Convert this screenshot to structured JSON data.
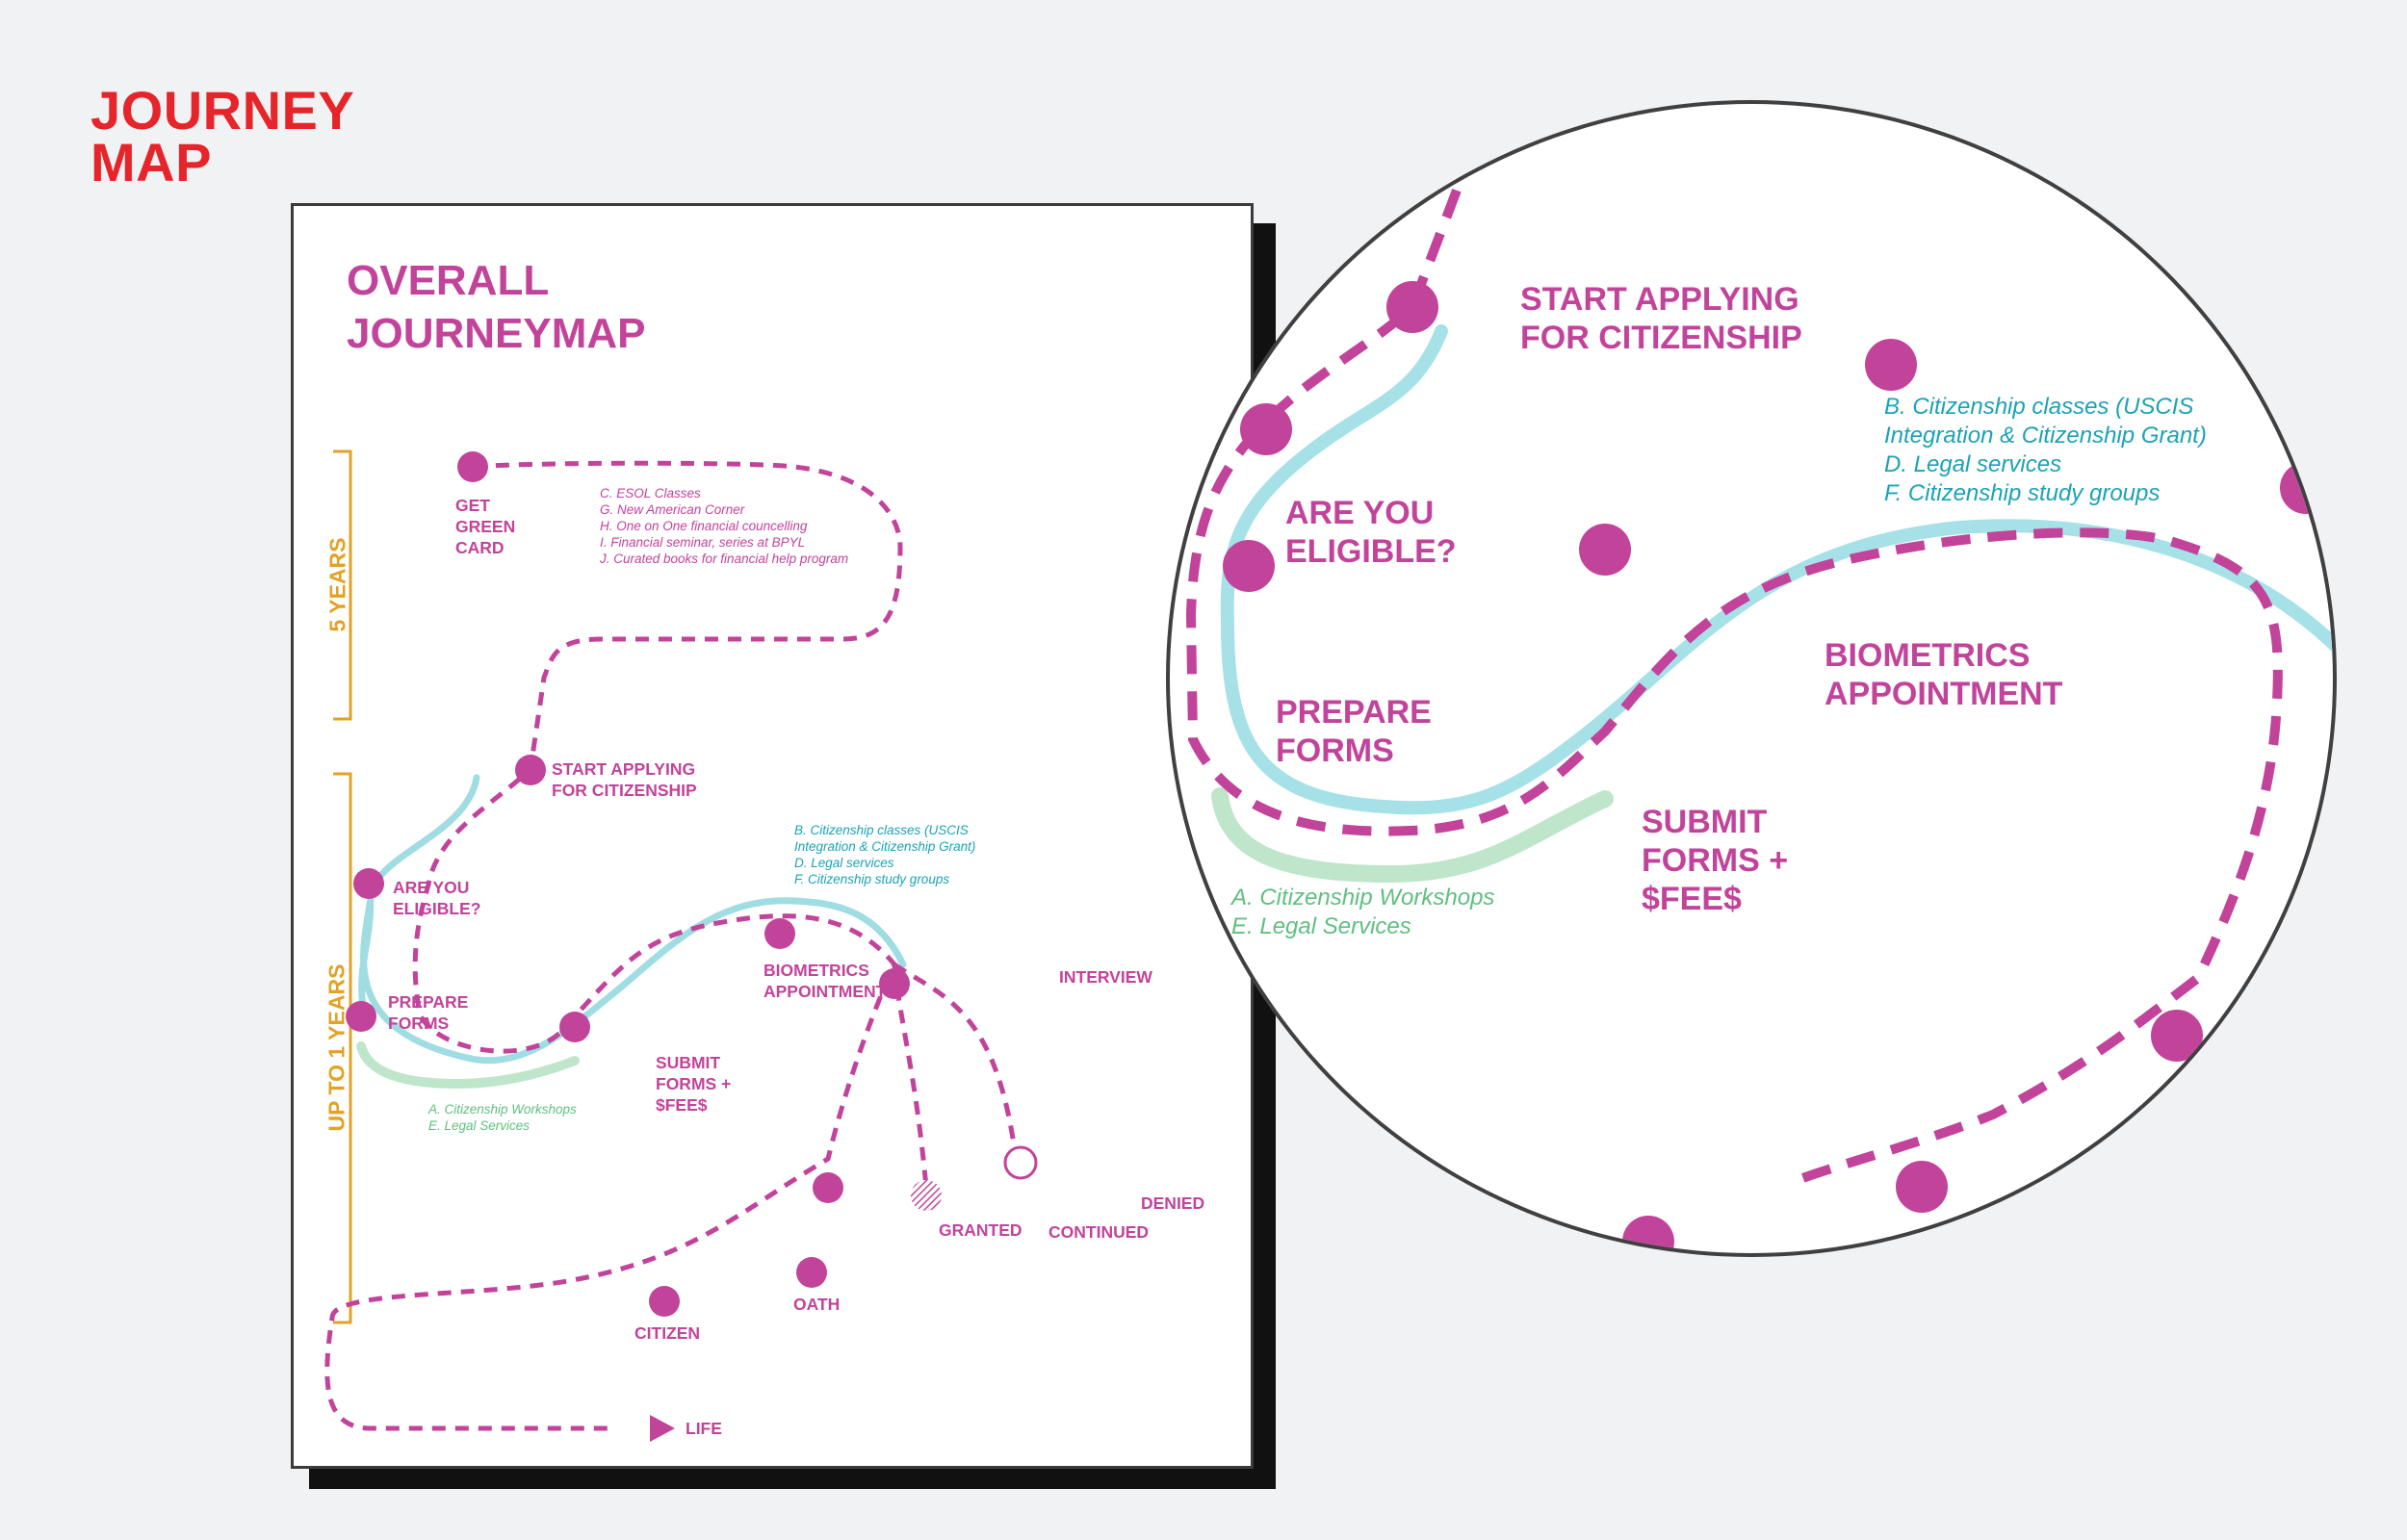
{
  "page": {
    "title": [
      "JOURNEY",
      "MAP"
    ]
  },
  "overview": {
    "title": [
      "OVERALL",
      "JOURNEYMAP"
    ],
    "eras": {
      "five_years": "5 YEARS",
      "up_to_one_year": "UP TO 1 YEARS"
    },
    "steps": {
      "green_card": "GET\nGREEN\nCARD",
      "start_applying": "START APPLYING\nFOR CITIZENSHIP",
      "eligible": "ARE YOU\nELIGIBLE?",
      "prepare_forms": "PREPARE\nFORMS",
      "submit_forms": "SUBMIT\nFORMS +\n$FEE$",
      "biometrics": "BIOMETRICS\nAPPOINTMENT",
      "interview": "INTERVIEW",
      "granted": "GRANTED",
      "continued": "CONTINUED",
      "denied": "DENIED",
      "oath": "OATH",
      "citizen": "CITIZEN",
      "life": "LIFE"
    },
    "notes": {
      "green_card": "C. ESOL Classes\nG. New American Corner\nH. One on One financial councelling\nI. Financial seminar, series at BPYL\nJ. Curated books for financial help program",
      "teal": "B. Citizenship classes (USCIS\n    Integration & Citizenship Grant)\nD. Legal services\nF. Citizenship study groups",
      "green": "A. Citizenship Workshops\nE. Legal Services"
    }
  },
  "zoom": {
    "steps": {
      "start_applying": "START APPLYING\nFOR CITIZENSHIP",
      "eligible": "ARE YOU\nELIGIBLE?",
      "prepare_forms": "PREPARE\nFORMS",
      "biometrics": "BIOMETRICS\nAPPOINTMENT",
      "submit_forms": "SUBMIT\nFORMS +\n$FEE$"
    },
    "notes": {
      "teal": "B. Citizenship classes (USCIS\n    Integration & Citizenship Grant)\nD. Legal services\nF. Citizenship study groups",
      "green": "A. Citizenship Workshops\nE. Legal Services"
    }
  },
  "colors": {
    "path": "#c2439a",
    "teal": "#9fdde3",
    "green": "#bfe6cb",
    "teal_text": "#1aa3b5",
    "green_text": "#5fbf80",
    "accent_red": "#e5252a",
    "era_orange": "#e3a225"
  }
}
